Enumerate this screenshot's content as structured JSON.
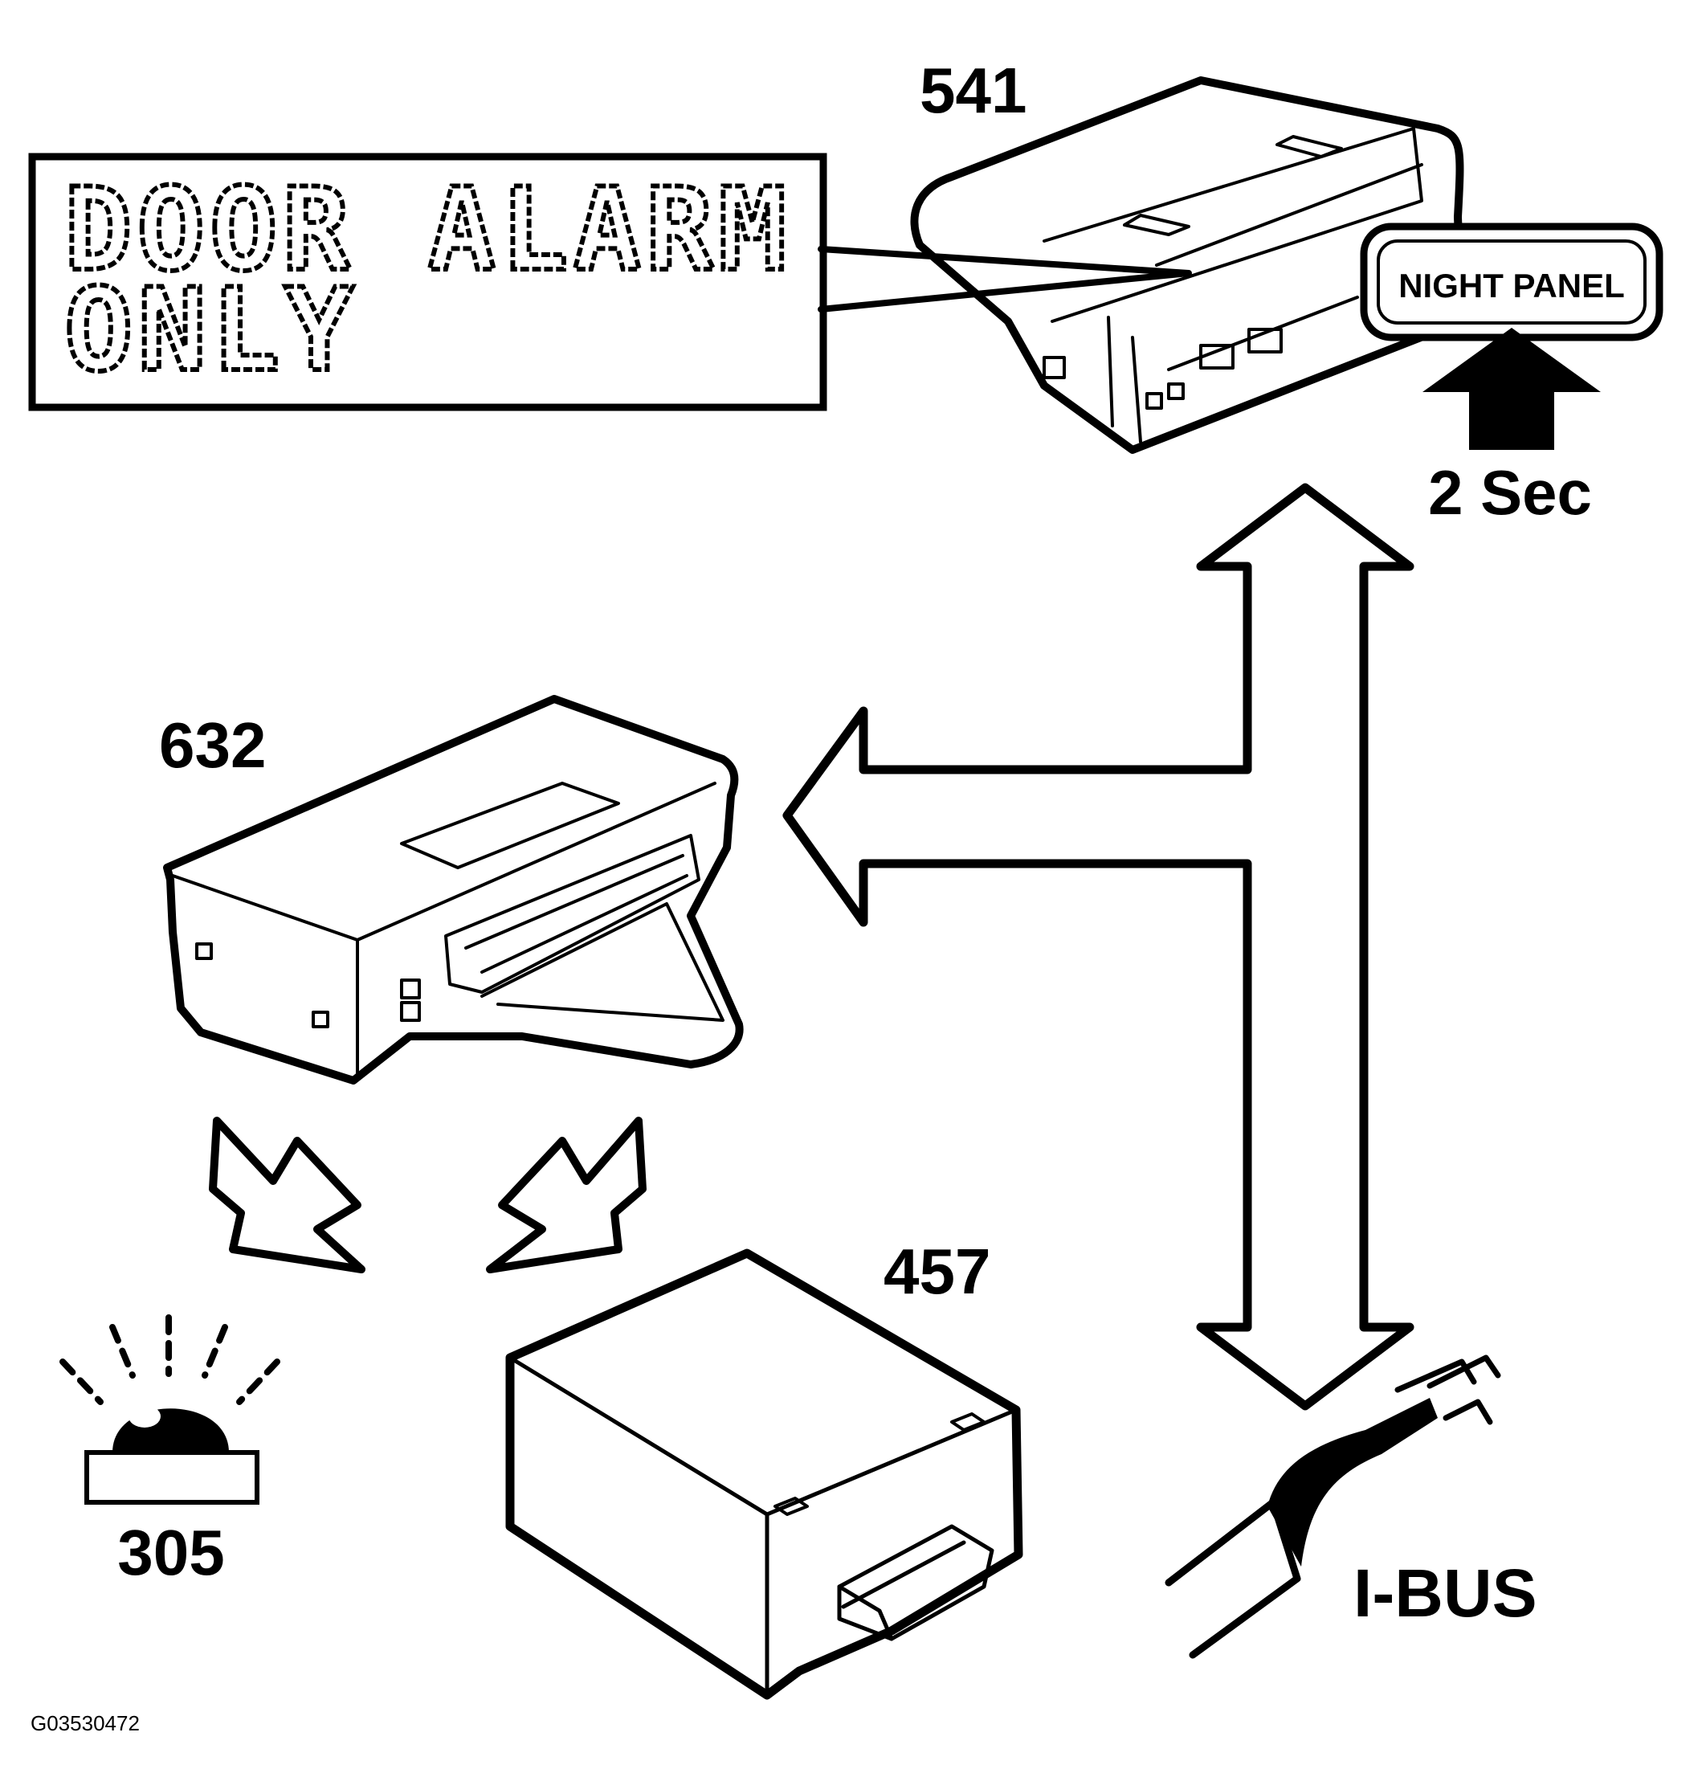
{
  "display": {
    "line1": "DOOR ALARM",
    "line2": "ONLY"
  },
  "components": {
    "instrument_cluster": "541",
    "module_632": "632",
    "module_457": "457",
    "warning_lamp": "305"
  },
  "button": {
    "label": "NIGHT PANEL",
    "press_duration": "2 Sec"
  },
  "bus": {
    "label": "I-BUS"
  },
  "figure_id": "G03530472",
  "icons": {
    "display_callout": "lcd-display-icon",
    "cluster": "instrument-cluster-icon",
    "module_632": "control-module-icon",
    "module_457": "siren-module-icon",
    "lamp": "warning-lamp-icon",
    "bus_connector": "bus-connector-icon",
    "press_arrow": "press-arrow-icon"
  },
  "colors": {
    "ink": "#000000",
    "paper": "#ffffff"
  }
}
